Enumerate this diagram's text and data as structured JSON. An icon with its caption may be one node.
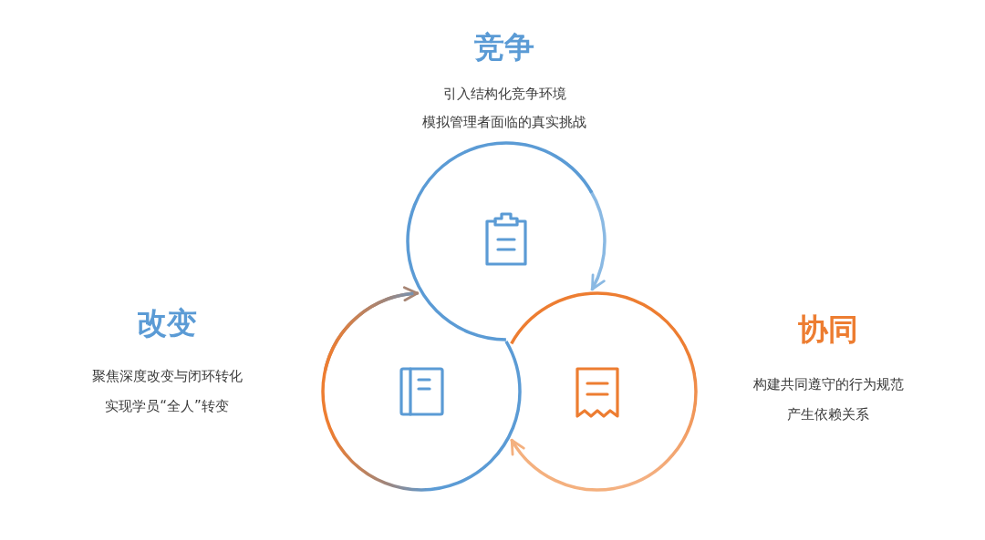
{
  "diagram": {
    "nodes": [
      {
        "text": [],
        "shape": "circle",
        "beside": [
          "竞争",
          "引入结构化竞争环境",
          "模拟管理者面临的真实挑战"
        ]
      },
      {
        "text": [],
        "shape": "circle",
        "beside": [
          "改变",
          "聚焦深度改变与闭环转化",
          "实现学员“全人”转变"
        ]
      },
      {
        "text": [],
        "shape": "circle",
        "beside": [
          "协同",
          "构建共同遵守的行为规范",
          "产生依赖关系"
        ]
      }
    ],
    "edges": [
      {
        "from": 0,
        "to": 2,
        "arrow": "to",
        "color": "#8ab9e3"
      },
      {
        "from": 2,
        "to": 1,
        "arrow": "to",
        "color": "#f4b07e"
      },
      {
        "from": 1,
        "to": 0,
        "arrow": "to",
        "color": "#a78574"
      }
    ]
  }
}
